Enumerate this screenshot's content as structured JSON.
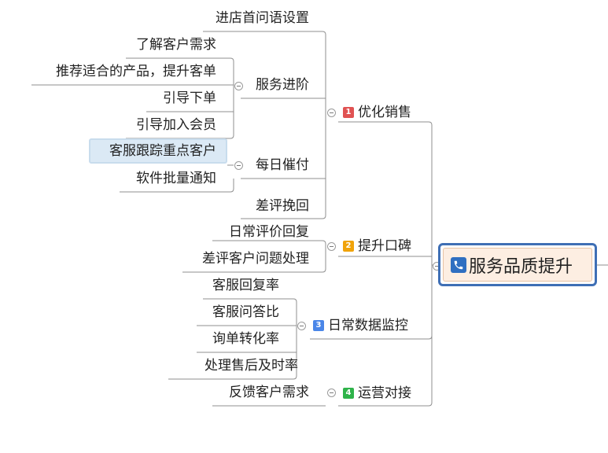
{
  "root": {
    "label": "服务品质提升",
    "icon": "phone-icon"
  },
  "branches": [
    {
      "num": "1",
      "color": "#e05252",
      "label": "优化销售",
      "children": [
        {
          "label": "进店首问语设置"
        },
        {
          "label": "服务进阶",
          "children": [
            {
              "label": "了解客户需求"
            },
            {
              "label": "推荐适合的产品，提升客单"
            },
            {
              "label": "引导下单"
            },
            {
              "label": "引导加入会员"
            }
          ]
        },
        {
          "label": "每日催付",
          "children": [
            {
              "label": "客服跟踪重点客户"
            },
            {
              "label": "软件批量通知"
            }
          ]
        },
        {
          "label": "差评挽回"
        }
      ]
    },
    {
      "num": "2",
      "color": "#f0a30a",
      "label": "提升口碑",
      "children": [
        {
          "label": "日常评价回复"
        },
        {
          "label": "差评客户问题处理"
        }
      ]
    },
    {
      "num": "3",
      "color": "#4a86e8",
      "label": "日常数据监控",
      "children": [
        {
          "label": "客服回复率"
        },
        {
          "label": "客服问答比"
        },
        {
          "label": "询单转化率"
        },
        {
          "label": "处理售后及时率"
        }
      ]
    },
    {
      "num": "4",
      "color": "#2fb34a",
      "label": "运营对接",
      "children": [
        {
          "label": "反馈客户需求"
        }
      ]
    }
  ],
  "colors": {
    "line": "#8a8a8a",
    "root_border": "#3f6fb5",
    "root_fill": "#fdeee2",
    "highlight": "#dbe9f5"
  }
}
